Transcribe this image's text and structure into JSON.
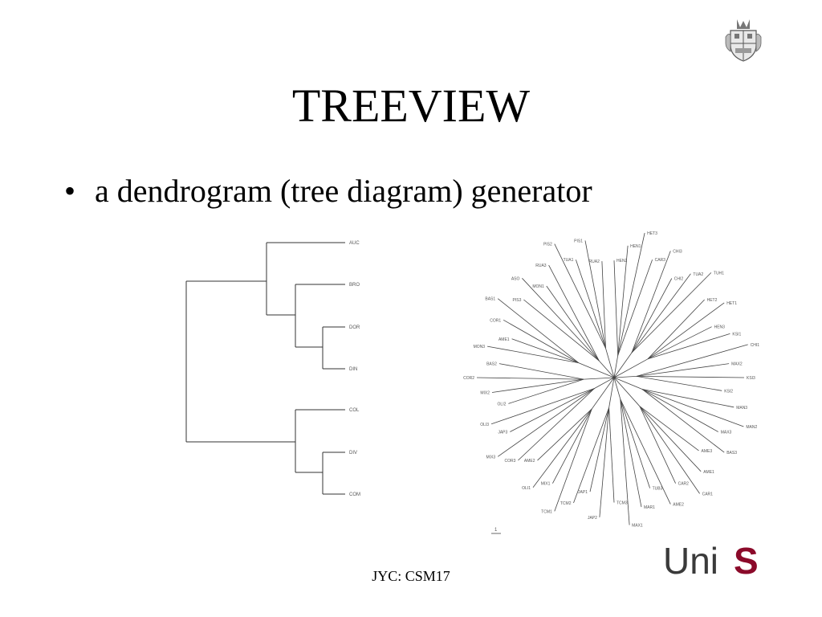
{
  "slide": {
    "title": "TREEVIEW",
    "bullet_marker": "•",
    "bullet_text": "a dendrogram (tree diagram) generator",
    "footer": "JYC: CSM17",
    "logo": {
      "name": "university-of-surrey-logo",
      "text_main": "Uni",
      "text_accent": "S",
      "accent_color": "#8b0a2a",
      "main_color": "#3a3a3a"
    },
    "crest": "university-crest-icon"
  },
  "dendrogram": {
    "leaves": [
      "AUC",
      "BRO",
      "DOR",
      "DIN",
      "COL",
      "DIV",
      "COM"
    ]
  },
  "radial_tree": {
    "scale_label": "1",
    "leaves": [
      "HEN2",
      "HEN1",
      "HET3",
      "CAR3",
      "CHI3",
      "CHI2",
      "TUA2",
      "TUH1",
      "HET2",
      "HET1",
      "HEN3",
      "KSI1",
      "CHI1",
      "MAX2",
      "KSI3",
      "KSI2",
      "MAN3",
      "MAN2",
      "MAX3",
      "BAS3",
      "AME3",
      "AME1",
      "CAR1",
      "CAR2",
      "AME2",
      "TUB3",
      "MAR1",
      "MAX1",
      "TCM3",
      "JAP2",
      "JAP1",
      "TCM2",
      "TCM1",
      "MIX1",
      "OLI1",
      "AME2",
      "COR3",
      "MIX3",
      "JAP3",
      "OLI3",
      "OLI2",
      "MIX2",
      "COR2",
      "BAS2",
      "MON3",
      "AME1",
      "COR1",
      "BAS1",
      "PIS3",
      "ASO",
      "MON1",
      "RUA3",
      "PIS2",
      "TUA1",
      "PIS1",
      "RUA2"
    ]
  }
}
